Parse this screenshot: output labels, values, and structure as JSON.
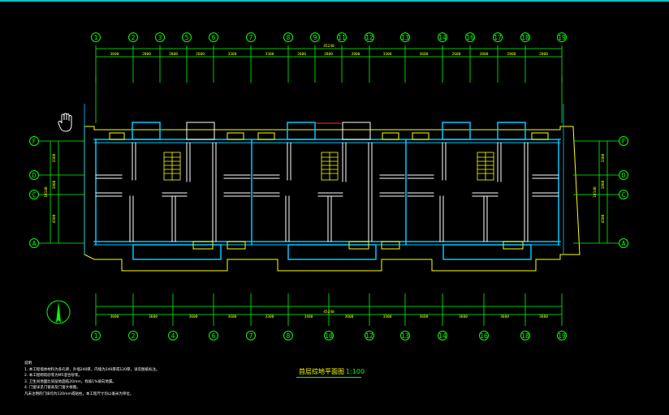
{
  "drawing": {
    "title": "首层综地平面图",
    "scale": "1:100",
    "notes_heading": "说明",
    "notes": [
      "1. 本工程墙体材料为多孔砖，外墙240厚，内墙为240厚或120厚，详见图纸标注。",
      "2. 本工程砌筑砂浆为M5混合砂浆。",
      "3. 卫生间地面比同层地面低20mm，找坡1%坡向地漏。",
      "4. 门窗详见门窗表及门窗大样图。",
      "   凡未注明的门垛均为120mm或贴柱，本工程尺寸均以毫米为单位。"
    ],
    "top_axes": [
      "1",
      "2",
      "3",
      "5",
      "6",
      "7",
      "8",
      "9",
      "11",
      "12",
      "13",
      "14",
      "16",
      "17",
      "18",
      "19"
    ],
    "top_dims": [
      "3600",
      "2800",
      "2800",
      "2600",
      "3300",
      "3300",
      "2600",
      "2800",
      "2800",
      "3300",
      "3600",
      "2600",
      "2800",
      "2800",
      "2800"
    ],
    "top_total": "45240",
    "bottom_axes": [
      "1",
      "2",
      "4",
      "6",
      "7",
      "8",
      "10",
      "12",
      "13",
      "14",
      "16",
      "18",
      "19"
    ],
    "bottom_dims": [
      "3600",
      "3600",
      "3600",
      "3600",
      "3300",
      "3400",
      "3600",
      "3300",
      "3600",
      "3600",
      "3600",
      "3600"
    ],
    "bottom_total": "45240",
    "left_axes": [
      "F",
      "D",
      "C",
      "A"
    ],
    "right_axes": [
      "F",
      "D",
      "C",
      "A"
    ],
    "side_dims_left": [
      "3300",
      "1800",
      "4500"
    ],
    "side_total_left": "10140",
    "side_dims_right": [
      "3300",
      "1800",
      "4500"
    ],
    "side_total_right": "10140"
  },
  "colors": {
    "axis": "#00ff00",
    "wall": "#ffffff",
    "window": "#00c8ff",
    "outline": "#ffff00",
    "border": "#00c8c8"
  },
  "icons": {
    "pan_tool": "hand-icon",
    "north": "north-arrow-icon"
  }
}
